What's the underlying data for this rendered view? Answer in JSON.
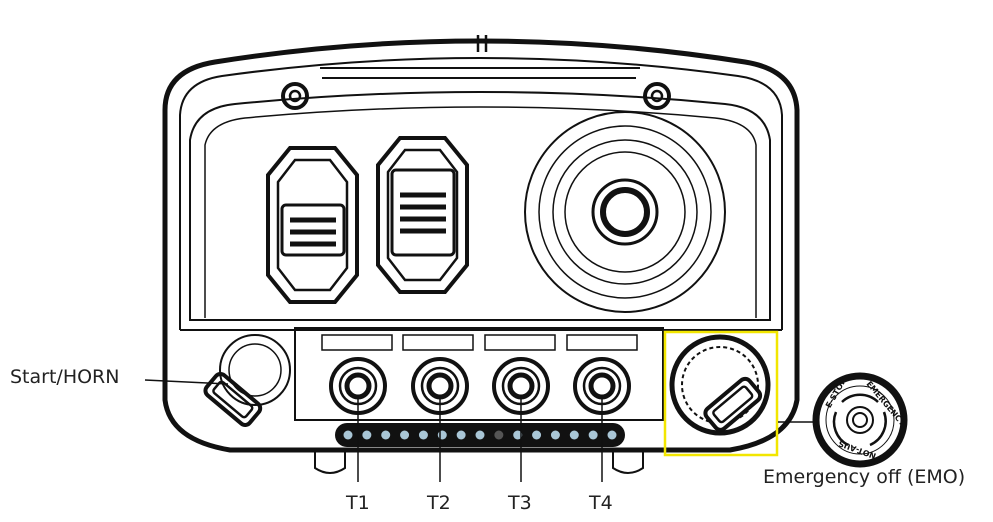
{
  "labels": {
    "start_horn": "Start/HORN",
    "t1": "T1",
    "t2": "T2",
    "t3": "T3",
    "t4": "T4",
    "emo": "Emergency off (EMO)"
  },
  "emo_button_lettering": [
    "E-STOP",
    "EMERGENCY",
    "NOT-AUS"
  ],
  "led_count": 15,
  "colors": {
    "line": "#111111",
    "highlight_box": "#f2e600",
    "led": "#a9c6d6"
  }
}
